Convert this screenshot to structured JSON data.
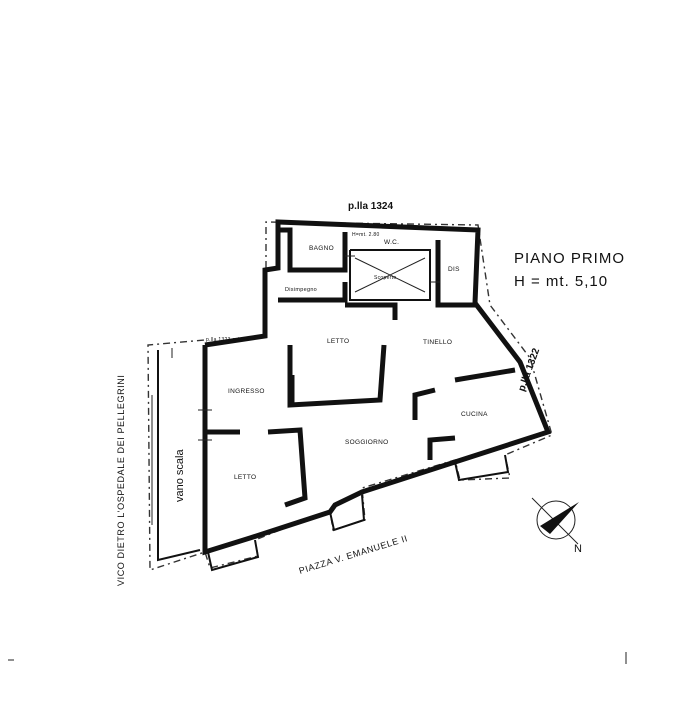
{
  "title": {
    "line1": "PIANO  PRIMO",
    "line2": "H = mt. 5,10"
  },
  "parcels": {
    "north": "p.lla 1324",
    "east": "p.lla 1322",
    "west": "p.lla 1323 sub 15"
  },
  "streets": {
    "south": "PIAZZA V. EMANUELE II",
    "west": "VICO DIETRO L'OSPEDALE DEI PELLEGRINI"
  },
  "stair": "vano scala",
  "rooms": {
    "bagno": "BAGNO",
    "wc": "W.C.",
    "height_note": "H=mt. 2.80",
    "scoperto": "Scoperto",
    "dis": "DIS",
    "disimpegno": "Disimpegno",
    "letto_north": "LETTO",
    "tinello": "TINELLO",
    "ingresso": "INGRESSO",
    "cucina": "CUCINA",
    "soggiorno": "SOGGIORNO",
    "letto_south": "LETTO"
  },
  "compass": {
    "north_label": "N"
  }
}
